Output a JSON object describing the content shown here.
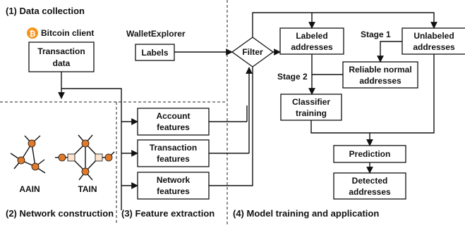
{
  "sections": {
    "data_collection": "(1) Data collection",
    "network_construction": "(2) Network construction",
    "feature_extraction": "(3) Feature extraction",
    "model_training": "(4) Model training and application"
  },
  "sources": {
    "bitcoin_client": "Bitcoin client",
    "wallet_explorer": "WalletExplorer"
  },
  "boxes": {
    "transaction_data": [
      "Transaction",
      "data"
    ],
    "labels": "Labels",
    "filter": "Filter",
    "account_features": [
      "Account",
      "features"
    ],
    "transaction_features": [
      "Transaction",
      "features"
    ],
    "network_features": [
      "Network",
      "features"
    ],
    "labeled_addresses": [
      "Labeled",
      "addresses"
    ],
    "unlabeled_addresses": [
      "Unlabeled",
      "addresses"
    ],
    "reliable_normal_addresses": [
      "Reliable normal",
      "addresses"
    ],
    "classifier_training": [
      "Classifier",
      "training"
    ],
    "prediction": "Prediction",
    "detected_addresses": [
      "Detected",
      "addresses"
    ]
  },
  "stages": {
    "stage1": "Stage 1",
    "stage2": "Stage 2"
  },
  "networks": {
    "aain": "AAIN",
    "tain": "TAIN"
  },
  "colors": {
    "node_fill": "#e07a2a",
    "tx_node_fill": "#fbe3cf",
    "bitcoin_orange": "#f7931a"
  }
}
